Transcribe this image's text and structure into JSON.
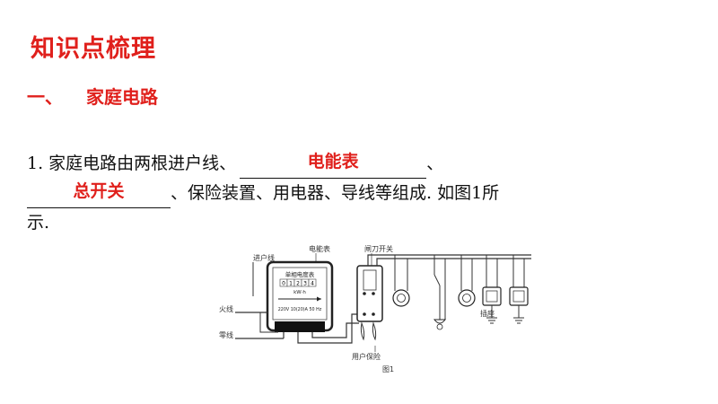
{
  "title": "知识点梳理",
  "section": {
    "number": "一、",
    "title": "家庭电路"
  },
  "question": {
    "prefix": "1.  家庭电路由两根进户线、",
    "answer1": "电能表",
    "sep": "、",
    "answer2": "总开关",
    "middle": "、保险装置、用电器、导线等组成.  如图1所",
    "end": "示."
  },
  "figure": {
    "label_inlet": "进户线",
    "label_meter": "电能表",
    "label_switch": "闸刀开关",
    "label_fire": "火线",
    "label_zero": "零线",
    "label_socket": "插座",
    "label_fuse": "用户保险",
    "caption": "图1",
    "meter_title": "单相电度表",
    "meter_digits": [
      "0",
      "1",
      "2",
      "3",
      "4"
    ],
    "meter_unit": "kW·h",
    "meter_spec": "220V 10(20)A 50 Hz"
  },
  "colors": {
    "heading": "#e0201c",
    "text": "#111111"
  }
}
